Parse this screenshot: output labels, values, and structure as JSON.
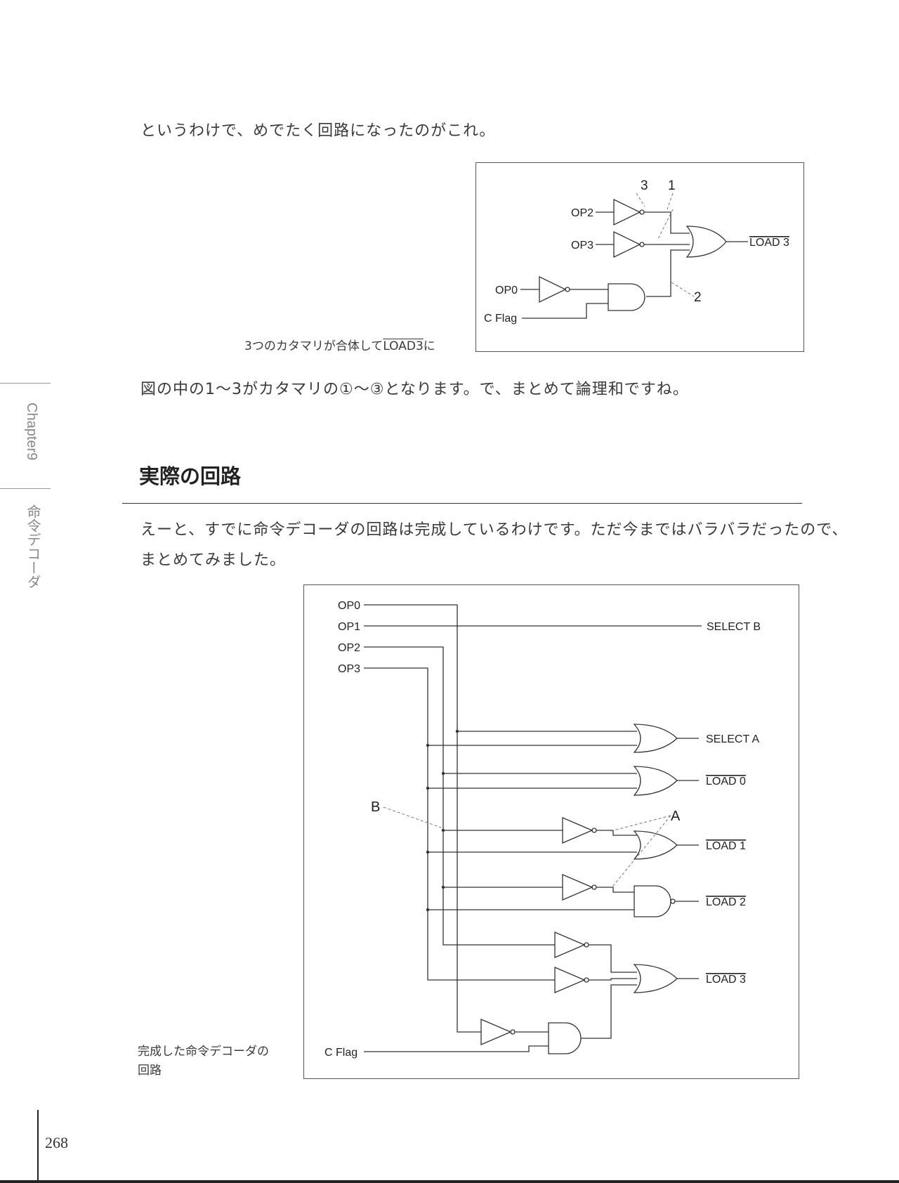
{
  "page": {
    "intro_text": "というわけで、めでたく回路になったのがこれ。",
    "figure1_caption": "3つのカタマリが合体して",
    "figure1_caption_signal": "LOAD3",
    "figure1_caption_suffix": "に",
    "explain_text": "図の中の1～3がカタマリの①～③となります。で、まとめて論理和ですね。",
    "section_heading": "実際の回路",
    "body_text_line1": "えーと、すでに命令デコーダの回路は完成しているわけです。ただ今まではバラバラだったので、",
    "body_text_line2": "まとめてみました。",
    "figure2_caption_line1": "完成した命令デコーダの",
    "figure2_caption_line2": "回路",
    "side_chapter": "Chapter9",
    "side_title": "命令デコーダ",
    "page_number": "268"
  },
  "figure1": {
    "inputs": [
      "OP2",
      "OP3",
      "OP0",
      "C Flag"
    ],
    "output": "LOAD 3",
    "markers": [
      "3",
      "1",
      "2"
    ]
  },
  "figure2": {
    "inputs": [
      "OP0",
      "OP1",
      "OP2",
      "OP3",
      "C Flag"
    ],
    "outputs": [
      "SELECT B",
      "SELECT A",
      "LOAD 0",
      "LOAD 1",
      "LOAD 2",
      "LOAD 3"
    ],
    "markers": [
      "B",
      "A"
    ]
  }
}
